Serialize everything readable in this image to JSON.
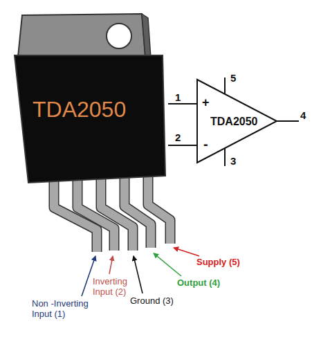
{
  "diagram": {
    "nodes": [
      {
        "text": [
          "TDA2050"
        ]
      },
      {
        "text": [
          "+",
          "TDA2050",
          "-"
        ]
      }
    ],
    "labels": [
      "1",
      "2",
      "5",
      "3",
      "4",
      "Non -Inverting Input (1)",
      "Inverting Input (2)",
      "Ground (3)",
      "Output (4)",
      "Supply (5)"
    ]
  }
}
